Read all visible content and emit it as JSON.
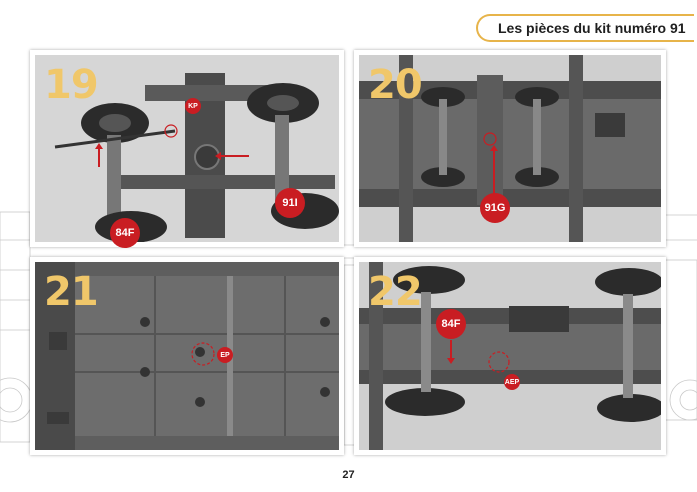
{
  "header": {
    "title": "Les pièces du kit numéro 91"
  },
  "panels": [
    {
      "step": "19",
      "callouts": [
        "KP",
        "91I",
        "84F"
      ]
    },
    {
      "step": "20",
      "callouts": [
        "91G"
      ]
    },
    {
      "step": "21",
      "callouts": [
        "EP"
      ]
    },
    {
      "step": "22",
      "callouts": [
        "84F",
        "AEP"
      ]
    }
  ],
  "footer": {
    "page_number": "27"
  },
  "colors": {
    "accent": "#e7b44a",
    "callout": "#c91d22",
    "step_number": "#f0c76a"
  }
}
